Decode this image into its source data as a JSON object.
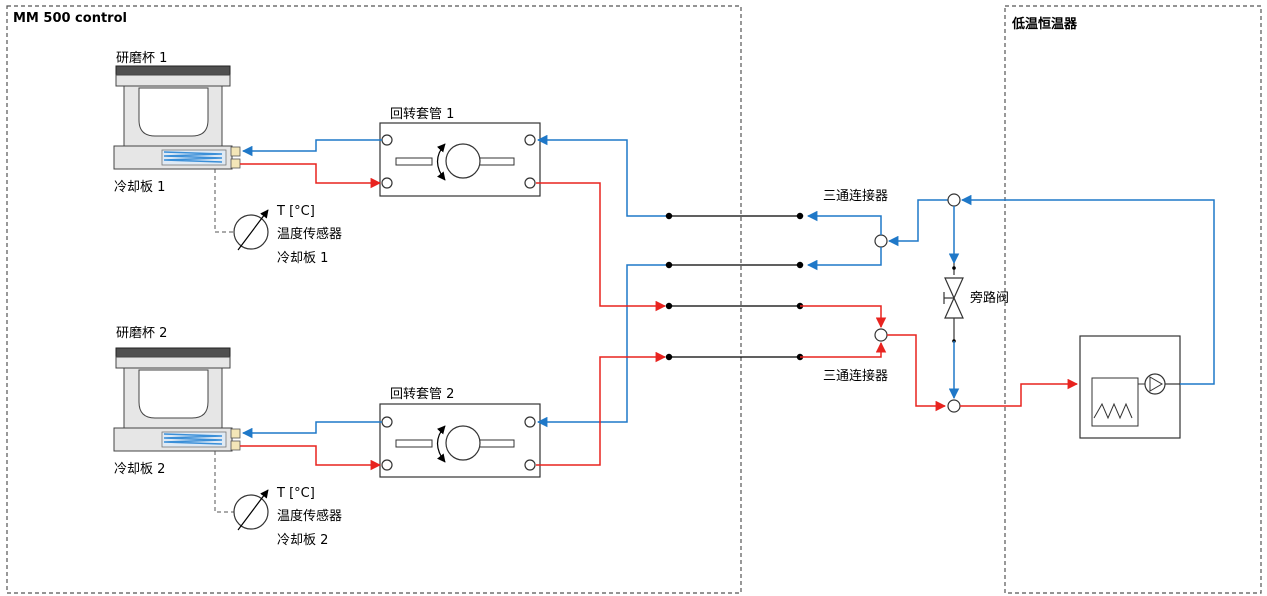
{
  "regions": {
    "left_title": "MM 500 control",
    "right_title": "低温恒温器"
  },
  "grinding_jars": [
    {
      "label": "研磨杯 1",
      "cooling_plate_label": "冷却板 1"
    },
    {
      "label": "研磨杯 2",
      "cooling_plate_label": "冷却板 2"
    }
  ],
  "rotary_joints": [
    {
      "label": "回转套管 1"
    },
    {
      "label": "回转套管 2"
    }
  ],
  "temperature_sensors": [
    {
      "line1": "T [°C]",
      "line2": "温度传感器",
      "line3": "冷却板 1"
    },
    {
      "line1": "T [°C]",
      "line2": "温度传感器",
      "line3": "冷却板 2"
    }
  ],
  "connectors": {
    "top_label": "三通连接器",
    "bottom_label": "三通连接器"
  },
  "bypass_valve": {
    "label": "旁路阀"
  },
  "colors": {
    "cold_line": "#1f78c8",
    "hot_line": "#e8231f",
    "frame_dash": "#555555",
    "jar_body": "#e6e6e6",
    "jar_lid": "#505050",
    "coil": "#3a8fd8",
    "port": "#f3e6b8"
  }
}
